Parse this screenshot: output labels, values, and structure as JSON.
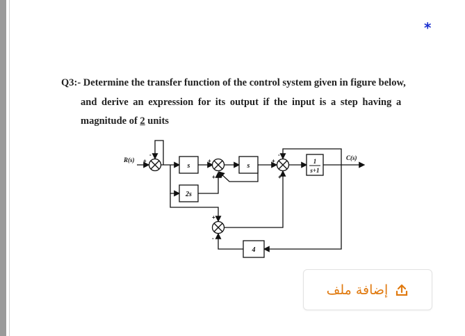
{
  "question": {
    "line1": "Q3:- Determine the transfer function of the control system given in figure below,",
    "line2": "and derive an expression for its output if the input is a step having a",
    "line3_pre": "magnitude of ",
    "line3_value": "2",
    "line3_post": " units"
  },
  "diagram": {
    "input_label": "R(s)",
    "output_label": "C(s)",
    "block1": "s",
    "block2": "s",
    "block3_num": "1",
    "block3_den": "s+1",
    "block4": "2s",
    "block5": "4",
    "sign_plus": "+",
    "sign_minus": "-"
  },
  "upload_button": {
    "label": "إضافة ملف",
    "icon": "upload-icon"
  },
  "decor": {
    "star": "*",
    "star_color": "#1a2fd0",
    "accent_color": "#e07a10"
  }
}
